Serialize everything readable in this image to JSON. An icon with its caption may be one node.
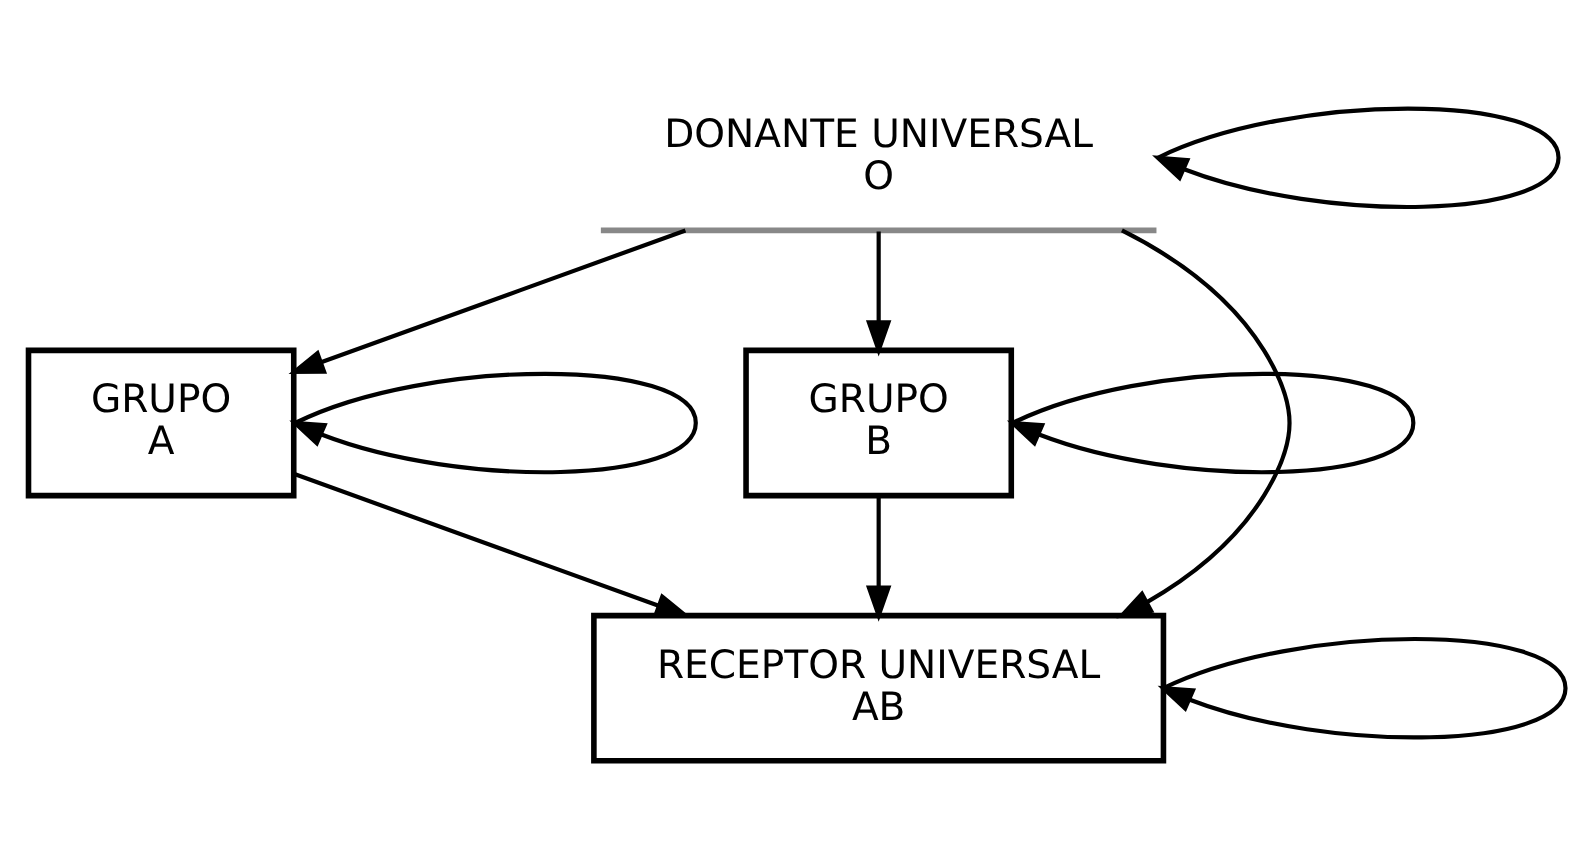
{
  "diagram": {
    "nodes": [
      {
        "text": [
          "DONANTE UNIVERSAL",
          "O"
        ]
      },
      {
        "text": [
          "GRUPO",
          "A"
        ]
      },
      {
        "text": [
          "GRUPO",
          "B"
        ]
      },
      {
        "text": [
          "RECEPTOR UNIVERSAL",
          "AB"
        ]
      }
    ],
    "edges": [
      {
        "from": 0,
        "to": 1,
        "arrow": "to"
      },
      {
        "from": 0,
        "to": 2,
        "arrow": "to"
      },
      {
        "from": 0,
        "to": 3,
        "arrow": "to"
      },
      {
        "from": 1,
        "to": 3,
        "arrow": "to"
      },
      {
        "from": 2,
        "to": 3,
        "arrow": "to"
      },
      {
        "from": 0,
        "to": 0,
        "arrow": "to"
      },
      {
        "from": 1,
        "to": 1,
        "arrow": "to"
      },
      {
        "from": 2,
        "to": 2,
        "arrow": "to"
      },
      {
        "from": 3,
        "to": 3,
        "arrow": "to"
      }
    ]
  }
}
